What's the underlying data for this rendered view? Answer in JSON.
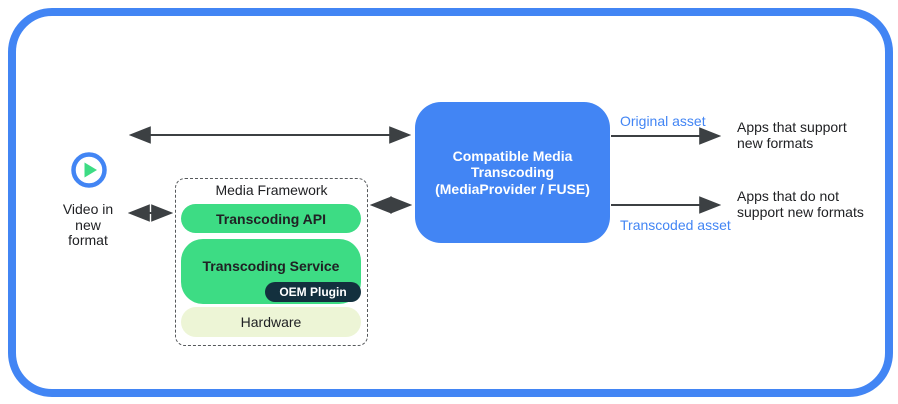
{
  "colors": {
    "brand_blue": "#4285F4",
    "android_green": "#3DDC84",
    "oem_navy": "#13303E",
    "hardware_yellow": "#EDF5D6",
    "arrow_gray": "#3C4043",
    "dash_gray": "#55585B",
    "text_black": "#202124"
  },
  "source": {
    "icon": "play-icon",
    "label": "Video in\nnew\nformat"
  },
  "framework": {
    "title": "Media Framework",
    "layers": {
      "api": "Transcoding API",
      "service": "Transcoding Service",
      "oem": "OEM Plugin",
      "hardware": "Hardware"
    }
  },
  "transcoder": {
    "label": "Compatible Media\nTranscoding\n(MediaProvider / FUSE)"
  },
  "flows": {
    "original": "Original asset",
    "transcoded": "Transcoded asset"
  },
  "apps": {
    "support": "Apps that support\nnew formats",
    "no_support": "Apps that do not\nsupport new formats"
  }
}
